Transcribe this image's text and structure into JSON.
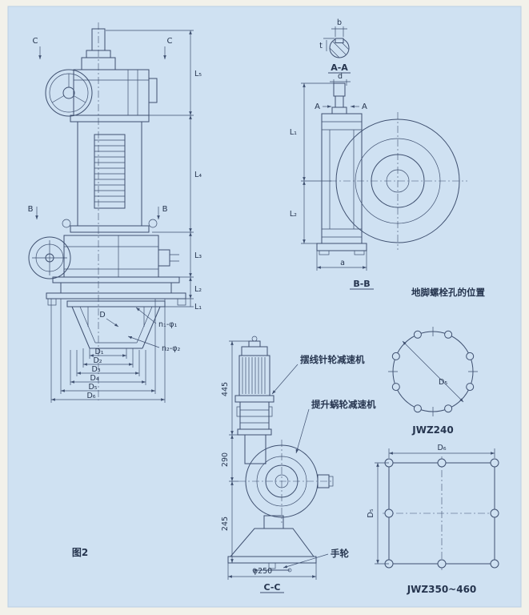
{
  "page": {
    "paper_color": "#cfe1f2",
    "line_color": "#3f5070",
    "ink_color": "#26354f",
    "mat_color": "#f2f1ea"
  },
  "captions": {
    "figure": "图2",
    "aa": "A-A",
    "bb": "B-B",
    "cc": "C-C",
    "anchor_title": "地脚螺栓孔的位置",
    "jwz240": "JWZ240",
    "jwz350": "JWZ350~460"
  },
  "front": {
    "c_left": "C",
    "c_right": "C",
    "b_left": "B",
    "b_right": "B",
    "dim_right": [
      "L₅",
      "L₄",
      "L₃",
      "L₂",
      "L₁"
    ],
    "dim_bottom": [
      "D₁",
      "D₂",
      "D₃",
      "D₄",
      "D₅",
      "D₆"
    ],
    "cone_dim": "D",
    "holes1": "n₁-φ₁",
    "holes2": "n₂-φ₂"
  },
  "aa_detail": {
    "b": "b",
    "t": "t"
  },
  "bb_view": {
    "d": "d",
    "a_left": "A",
    "a_right": "A",
    "dim_l1": "L₁",
    "dim_l2": "L₂",
    "dim_a": "a"
  },
  "cc_view": {
    "dim_445": "445",
    "dim_290": "290",
    "dim_245": "245",
    "phi250": "φ250",
    "label_cycloid": "摆线针轮减速机",
    "label_worm": "提升蜗轮减速机",
    "label_handwheel": "手轮"
  },
  "bolt_layouts": {
    "d5_circle": "D₅",
    "d6_top": "D₆",
    "d5_left": "D₅"
  }
}
